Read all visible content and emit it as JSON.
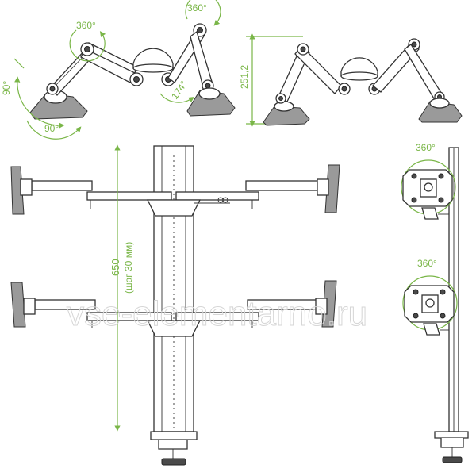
{
  "labels": {
    "rotation_top_left": "360°",
    "rotation_top_right": "360°",
    "angle_left_vertical": "90°",
    "angle_left_horizontal": "90°",
    "angle_arm": "174°",
    "height_dimension": "251,2",
    "pole_length": "650",
    "pole_step": "(шаг 30 мм)",
    "rotation_side_upper": "360°",
    "rotation_side_lower": "360°"
  },
  "watermark": "vse-elementarno.ru",
  "colors": {
    "accent": "#7ab648",
    "line": "#333333",
    "metal": "#9a9a9a"
  }
}
